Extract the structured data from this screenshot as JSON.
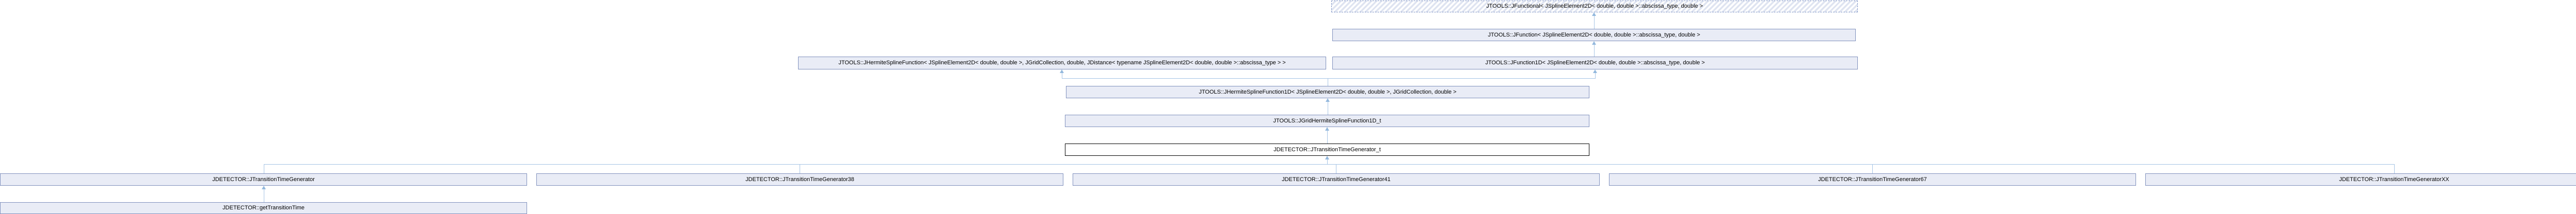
{
  "diagram": {
    "type": "inheritance-graph",
    "colors": {
      "background": "#ffffff",
      "node_fill": "#e9ecf6",
      "node_border": "#8091bd",
      "template_node_border": "#7d93c5",
      "template_node_stripe": "#dfe4f1",
      "current_node_border": "#000000",
      "current_node_fill": "#ffffff",
      "edge": "#a6c4e5",
      "arrowhead": "#93b8dd",
      "text": "#000000"
    },
    "nodes": [
      {
        "id": "jfunctional",
        "variant": "template",
        "label": "JTOOLS::JFunctional< JSplineElement2D< double, double >::abscissa_type, double >"
      },
      {
        "id": "jfunction",
        "variant": "normal",
        "label": "JTOOLS::JFunction< JSplineElement2D< double, double >::abscissa_type, double >"
      },
      {
        "id": "jhermitesplinefunction",
        "variant": "normal",
        "label": "JTOOLS::JHermiteSplineFunction< JSplineElement2D< double, double >, JGridCollection, double, JDistance< typename JSplineElement2D< double, double >::abscissa_type > >"
      },
      {
        "id": "jfunction1d",
        "variant": "normal",
        "label": "JTOOLS::JFunction1D< JSplineElement2D< double, double >::abscissa_type, double >"
      },
      {
        "id": "jhermitesplinefunction1d",
        "variant": "normal",
        "label": "JTOOLS::JHermiteSplineFunction1D< JSplineElement2D< double, double >, JGridCollection, double >"
      },
      {
        "id": "jgridhermitesplinefunction1d_t",
        "variant": "normal",
        "label": "JTOOLS::JGridHermiteSplineFunction1D_t"
      },
      {
        "id": "jtransitiontimegenerator_t",
        "variant": "current",
        "label": "JDETECTOR::JTransitionTimeGenerator_t"
      },
      {
        "id": "jtransitiontimegenerator",
        "variant": "normal",
        "label": "JDETECTOR::JTransitionTimeGenerator"
      },
      {
        "id": "jtransitiontimegenerator38",
        "variant": "normal",
        "label": "JDETECTOR::JTransitionTimeGenerator38"
      },
      {
        "id": "jtransitiontimegenerator41",
        "variant": "normal",
        "label": "JDETECTOR::JTransitionTimeGenerator41"
      },
      {
        "id": "jtransitiontimegenerator67",
        "variant": "normal",
        "label": "JDETECTOR::JTransitionTimeGenerator67"
      },
      {
        "id": "jtransitiontimegeneratorXX",
        "variant": "normal",
        "label": "JDETECTOR::JTransitionTimeGeneratorXX"
      },
      {
        "id": "gettransitiontime",
        "variant": "normal",
        "label": "JDETECTOR::getTransitionTime"
      }
    ],
    "edges": [
      {
        "from": "jfunction",
        "to": "jfunctional"
      },
      {
        "from": "jfunction1d",
        "to": "jfunction"
      },
      {
        "from": "jhermitesplinefunction1d",
        "to": "jhermitesplinefunction"
      },
      {
        "from": "jhermitesplinefunction1d",
        "to": "jfunction1d"
      },
      {
        "from": "jgridhermitesplinefunction1d_t",
        "to": "jhermitesplinefunction1d"
      },
      {
        "from": "jtransitiontimegenerator_t",
        "to": "jgridhermitesplinefunction1d_t"
      },
      {
        "from": "jtransitiontimegenerator",
        "to": "jtransitiontimegenerator_t"
      },
      {
        "from": "jtransitiontimegenerator38",
        "to": "jtransitiontimegenerator_t"
      },
      {
        "from": "jtransitiontimegenerator41",
        "to": "jtransitiontimegenerator_t"
      },
      {
        "from": "jtransitiontimegenerator67",
        "to": "jtransitiontimegenerator_t"
      },
      {
        "from": "jtransitiontimegeneratorXX",
        "to": "jtransitiontimegenerator_t"
      },
      {
        "from": "gettransitiontime",
        "to": "jtransitiontimegenerator"
      }
    ]
  }
}
